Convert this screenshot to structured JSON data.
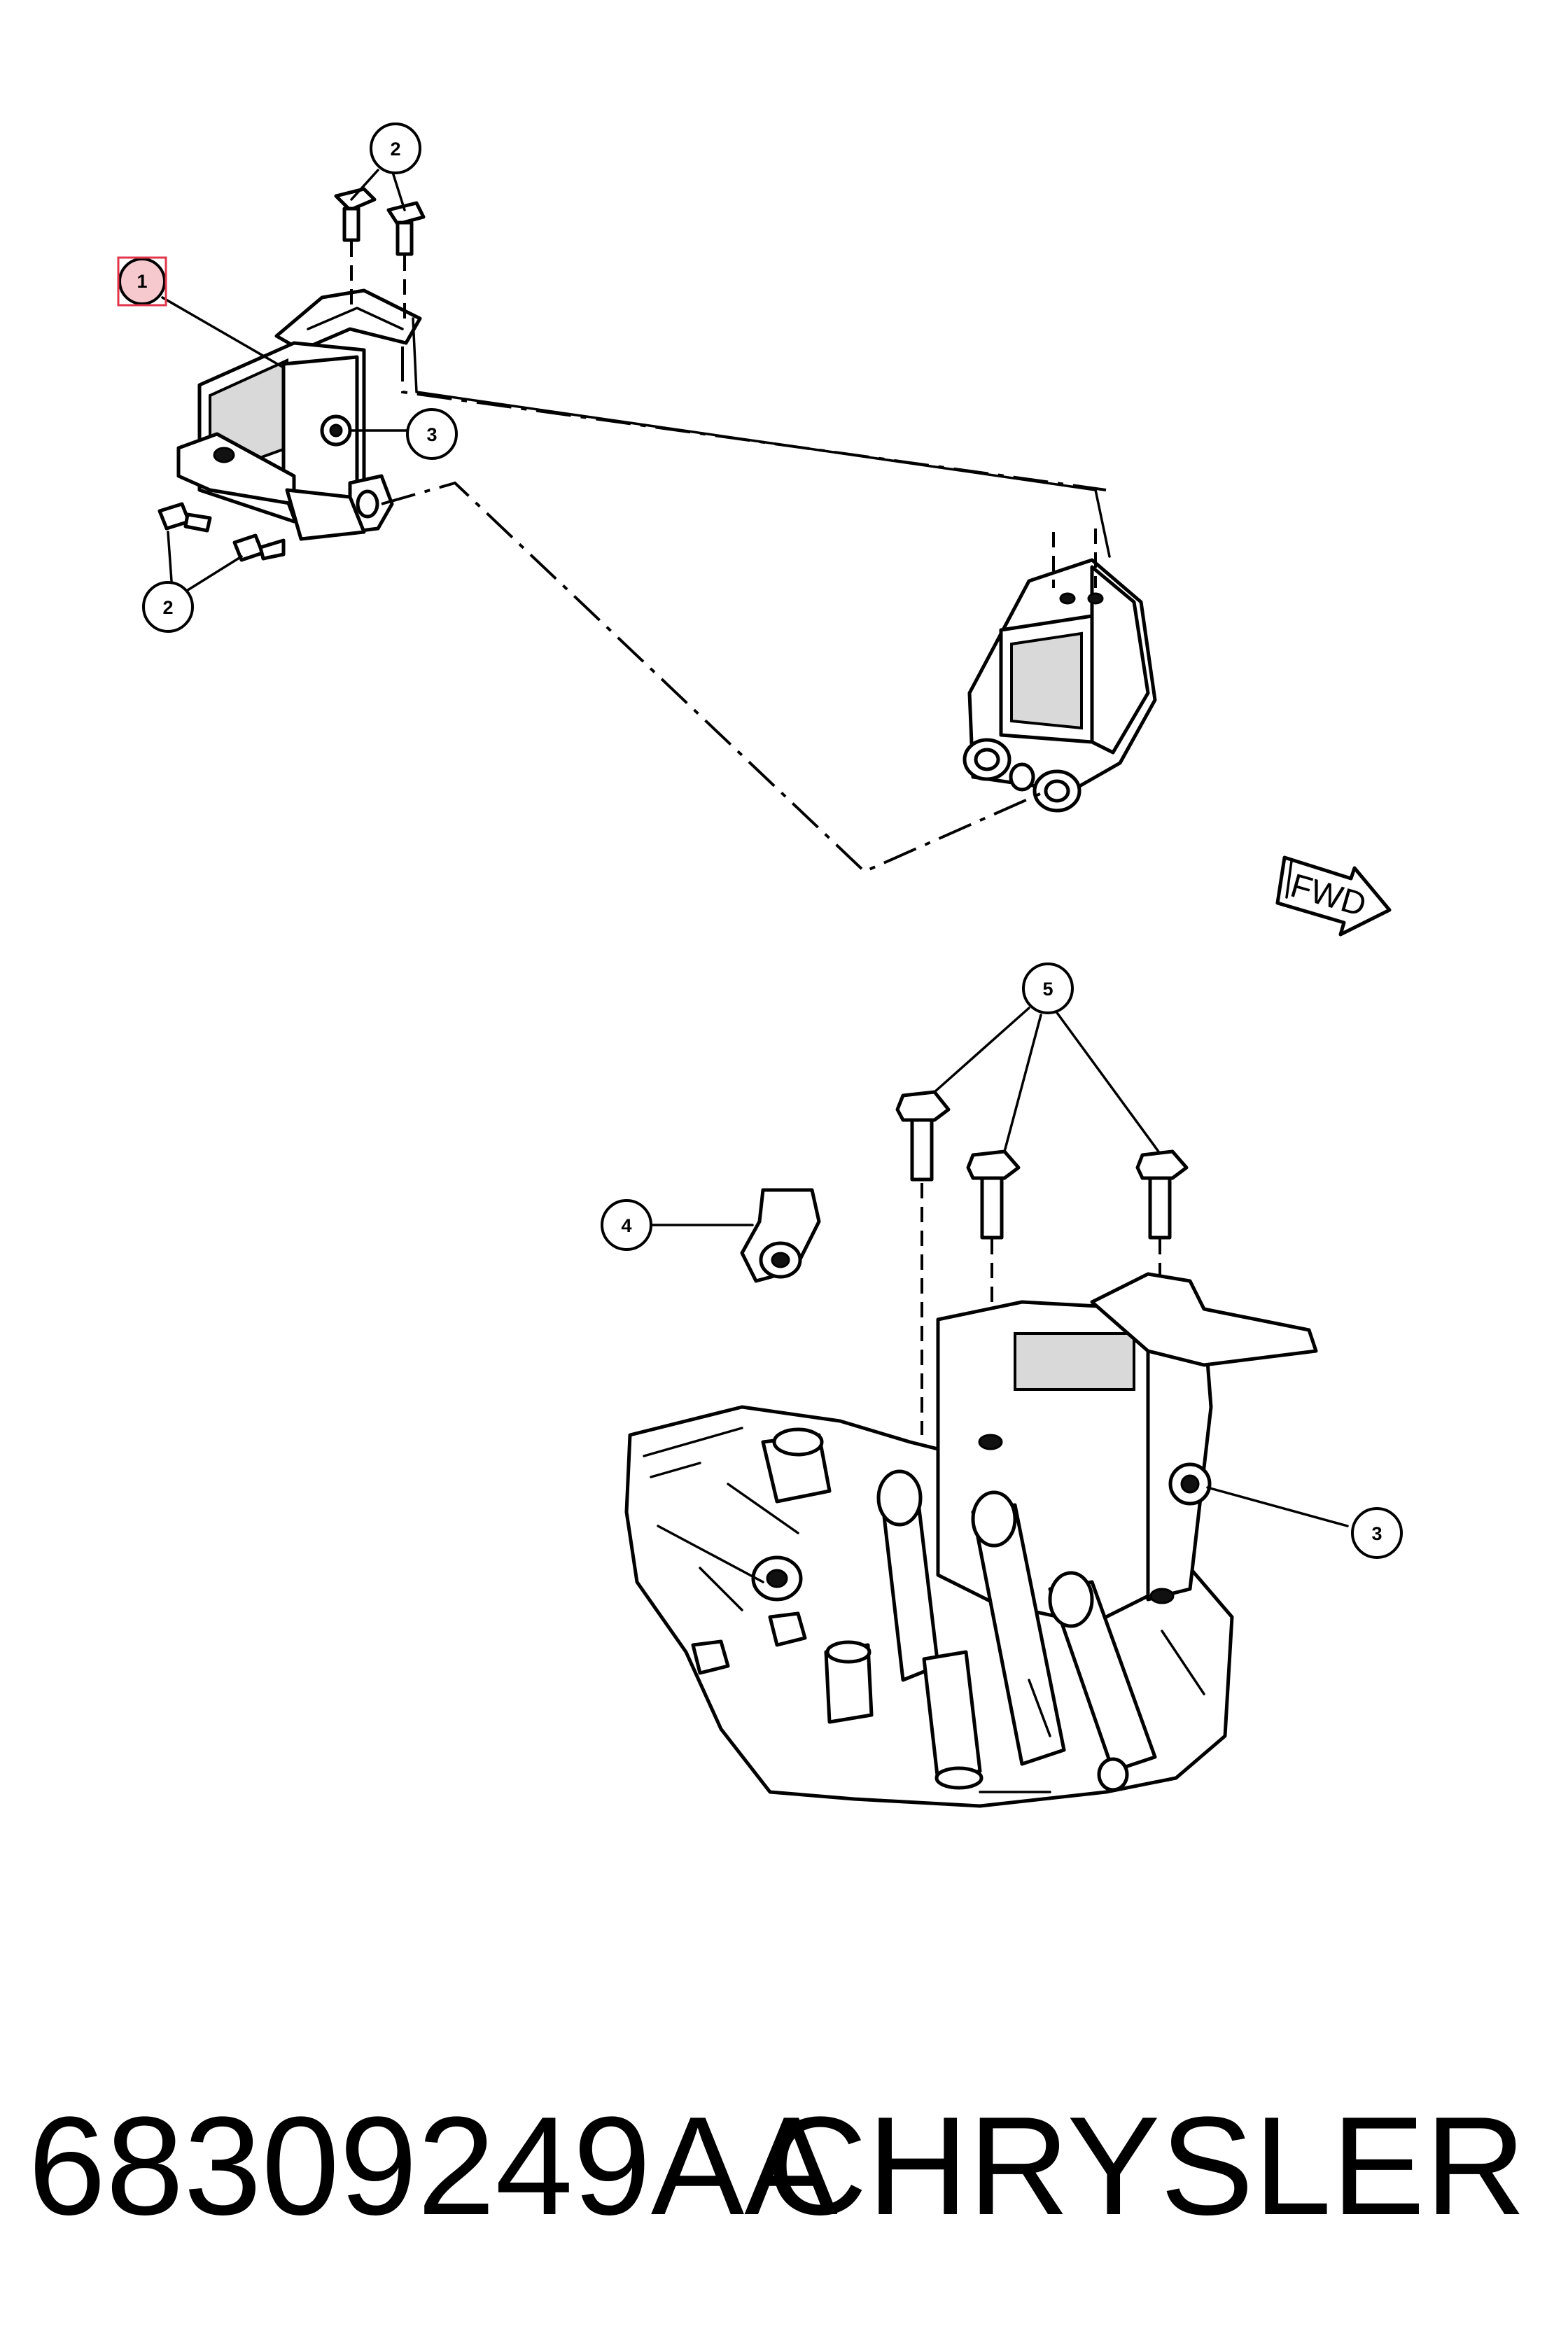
{
  "callouts": {
    "c1": "1",
    "c2a": "2",
    "c2b": "2",
    "c3a": "3",
    "c3b": "3",
    "c4": "4",
    "c5": "5"
  },
  "fwd_label": "FWD",
  "footer": {
    "part_number": "68309249AA",
    "brand": "CHRYSLER"
  },
  "colors": {
    "highlight_fill": "#f6c9cf",
    "highlight_stroke": "#e0354a",
    "ink": "#000000"
  }
}
